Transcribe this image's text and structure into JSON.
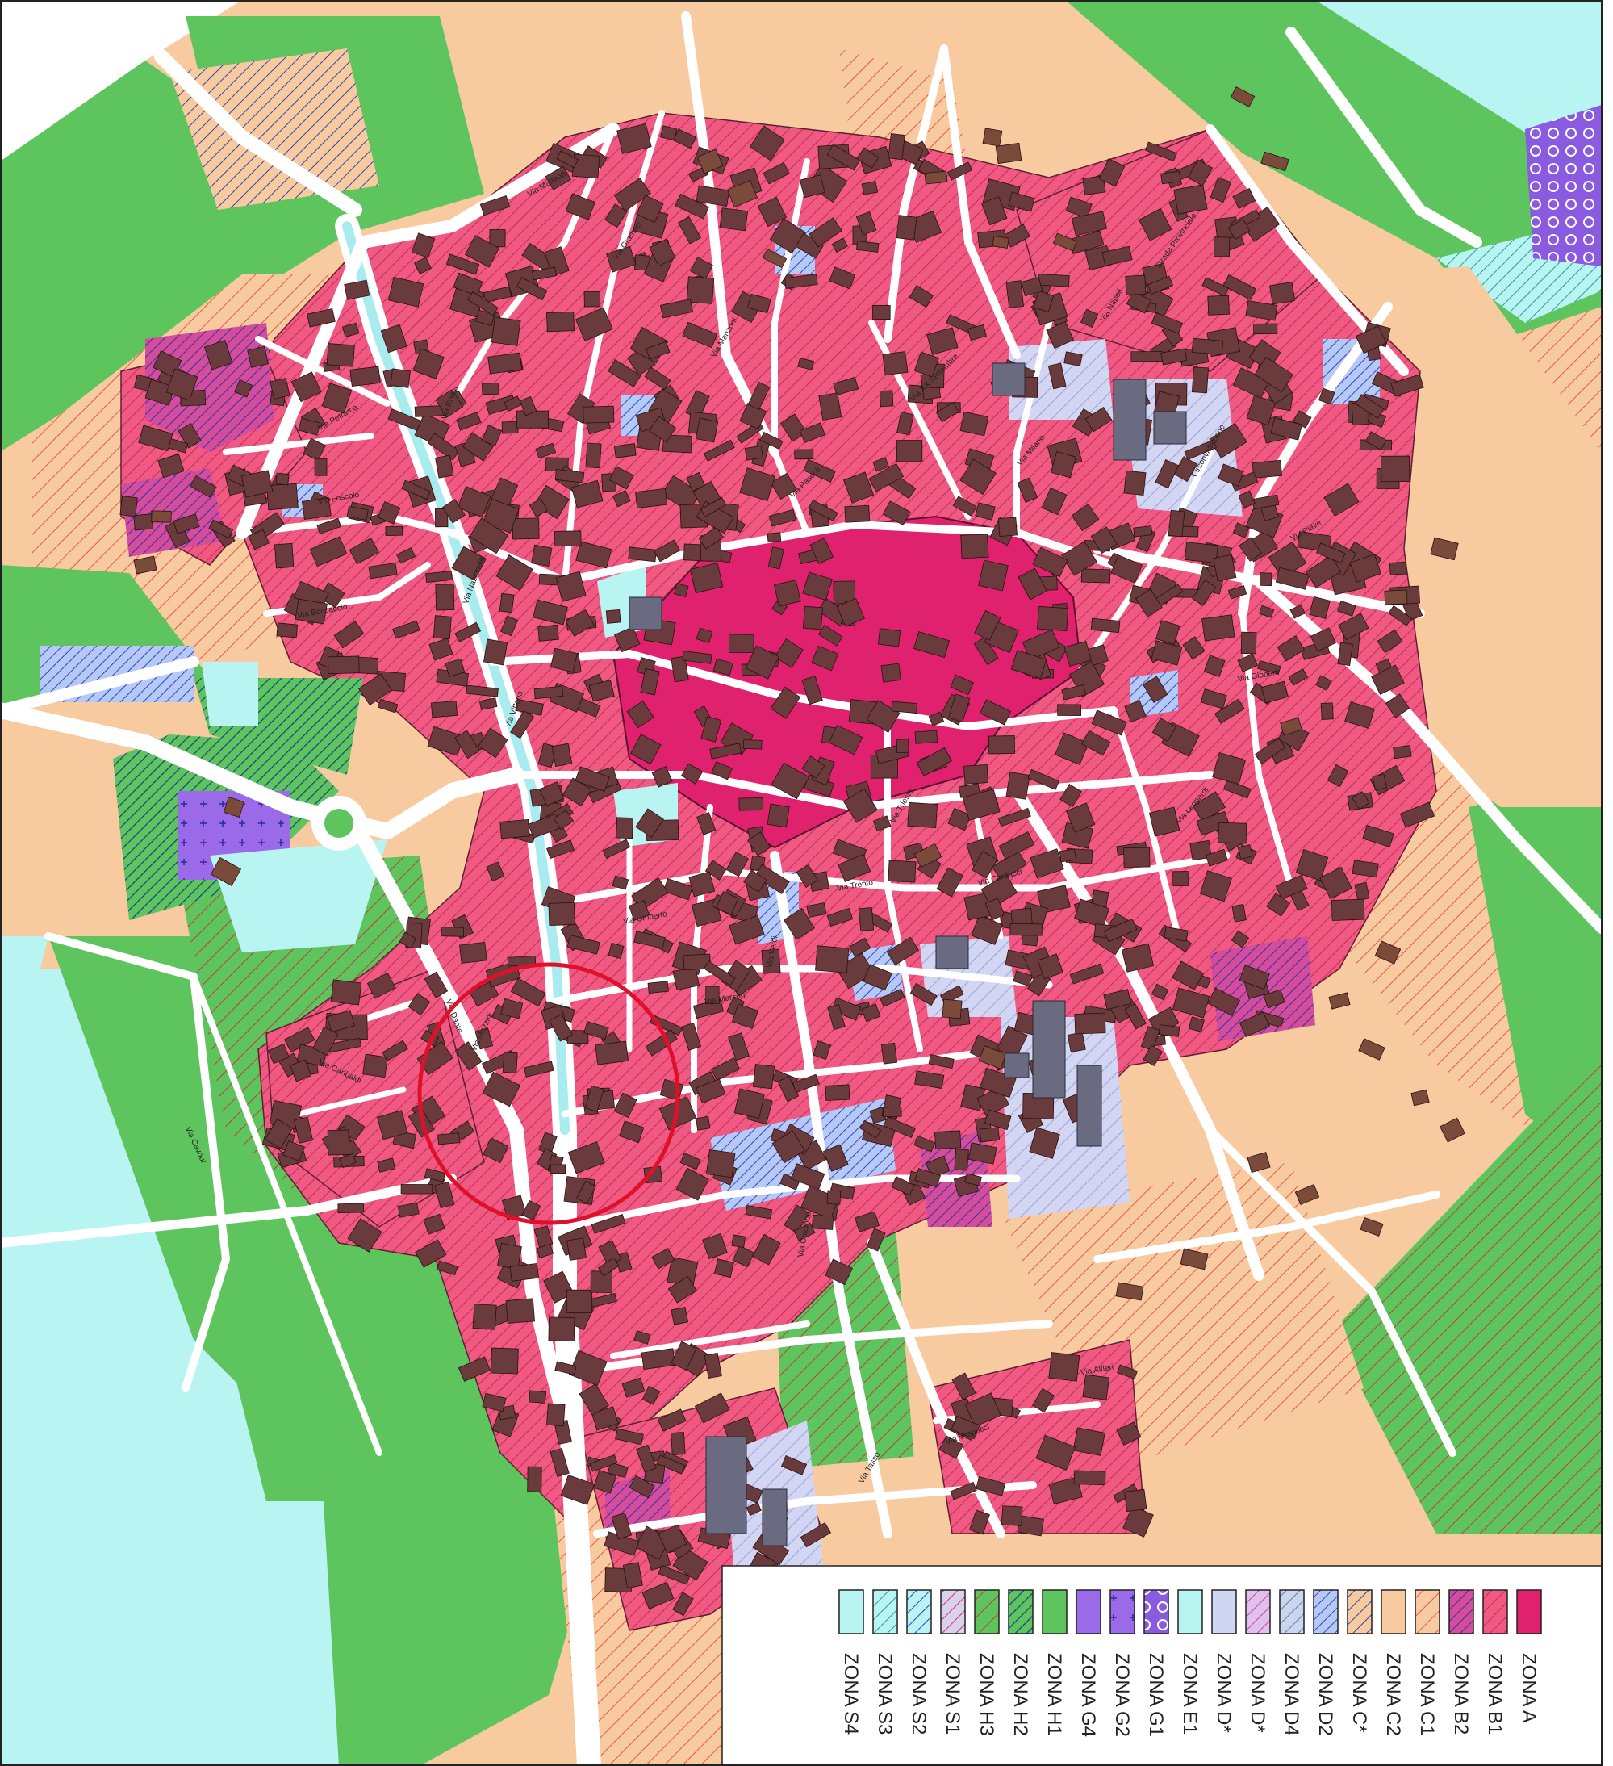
{
  "colors": {
    "zona_a": "#e0226e",
    "b1": "#f05a82",
    "agricultural_green": "#5ec45e",
    "expansion_peach": "#f8caa0",
    "light_cyan": "#b8f4f2",
    "light_lavender": "#cfd6f2",
    "building": "#6a3b3c",
    "road": "#ffffff",
    "highlight_circle": "#e0102a"
  },
  "street_labels": [
    "Via Roma",
    "Via Nazionale",
    "Via Vittoria",
    "Via Dante",
    "Via Garibaldi",
    "Via Cavour",
    "Via Mazzini",
    "Via Umberto",
    "Via Marconi",
    "Via Verdi",
    "Via Trento",
    "Via Trieste",
    "Via Carducci",
    "Via Pascoli",
    "Via Manzoni",
    "Via Gramsci",
    "Via Matteotti",
    "Via XX Settembre",
    "Via Milano",
    "Via Napoli",
    "Strada Provinciale",
    "Circonvallazione",
    "Via Gioberti",
    "Via Piave",
    "Via Leopardi",
    "Via Foscolo",
    "Via Petrarca",
    "Via Boccaccio",
    "Via Colombo",
    "Via Vespucci",
    "Via Tasso",
    "Via Alfieri"
  ],
  "legend": {
    "items": [
      {
        "code": "ZONA  A",
        "pattern": "solid-magenta"
      },
      {
        "code": "ZONA  B1",
        "pattern": "hatch-pink"
      },
      {
        "code": "ZONA  B2",
        "pattern": "hatch-pink-blue"
      },
      {
        "code": "ZONA  C1",
        "pattern": "hatch-peach"
      },
      {
        "code": "ZONA  C2",
        "pattern": "solid-peach"
      },
      {
        "code": "ZONA  C*",
        "pattern": "hatch-peach-blue"
      },
      {
        "code": "ZONA  D2",
        "pattern": "hatch-lavender-blue"
      },
      {
        "code": "ZONA  D4",
        "pattern": "hatch-lavender-teal"
      },
      {
        "code": "ZONA  D*",
        "pattern": "hatch-lavender-pink"
      },
      {
        "code": "ZONA  D*",
        "pattern": "solid-lavender"
      },
      {
        "code": "ZONA  E1",
        "pattern": "solid-cyan"
      },
      {
        "code": "ZONA  G1",
        "pattern": "dots-purple"
      },
      {
        "code": "ZONA  G2",
        "pattern": "cross-purple"
      },
      {
        "code": "ZONA  G4",
        "pattern": "solid-purple"
      },
      {
        "code": "ZONA  H1",
        "pattern": "solid-green"
      },
      {
        "code": "ZONA  H2",
        "pattern": "hatch-green-blue"
      },
      {
        "code": "ZONA  H3",
        "pattern": "hatch-green-red"
      },
      {
        "code": "ZONA  S1",
        "pattern": "hatch-lavender-red"
      },
      {
        "code": "ZONA  S2",
        "pattern": "hatch-cyan-blue"
      },
      {
        "code": "ZONA  S3",
        "pattern": "hatch-cyan-teal"
      },
      {
        "code": "ZONA  S4",
        "pattern": "solid-cyan"
      }
    ]
  }
}
